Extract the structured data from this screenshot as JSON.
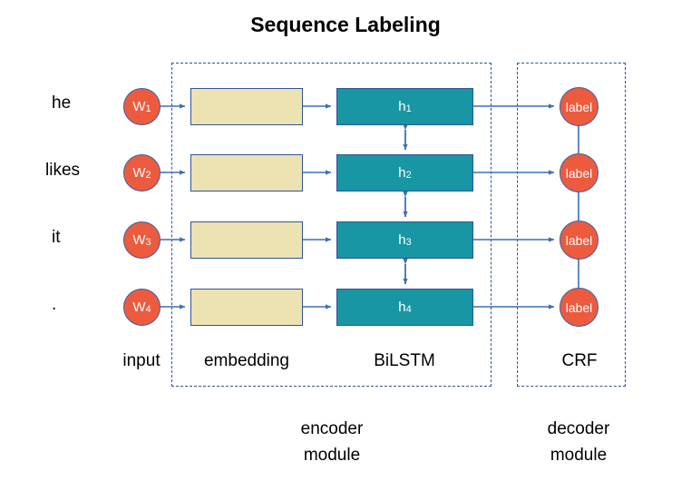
{
  "title": "Sequence Labeling",
  "colors": {
    "token_fill": "#EC5B3E",
    "token_stroke": "#3B5EA8",
    "embedding_fill": "#EDE2B2",
    "lstm_fill": "#1896A3",
    "box_stroke": "#2F5597",
    "arrow": "#3B6FB6",
    "dashed_border": "#2F5597",
    "text": "#000000",
    "box_text": "#FFFFFF"
  },
  "rows": [
    {
      "word": "he",
      "token": "W",
      "token_sub": "1",
      "hidden": "h",
      "hidden_sub": "1",
      "label": "label"
    },
    {
      "word": "likes",
      "token": "W",
      "token_sub": "2",
      "hidden": "h",
      "hidden_sub": "2",
      "label": "label"
    },
    {
      "word": "it",
      "token": "W",
      "token_sub": "3",
      "hidden": "h",
      "hidden_sub": "3",
      "label": "label"
    },
    {
      "word": ".",
      "token": "W",
      "token_sub": "4",
      "hidden": "h",
      "hidden_sub": "4",
      "label": "label"
    }
  ],
  "column_captions": {
    "input": "input",
    "embedding": "embedding",
    "bilstm": "BiLSTM",
    "crf": "CRF"
  },
  "module_captions": {
    "encoder_line1": "encoder",
    "encoder_line2": "module",
    "decoder_line1": "decoder",
    "decoder_line2": "module"
  }
}
